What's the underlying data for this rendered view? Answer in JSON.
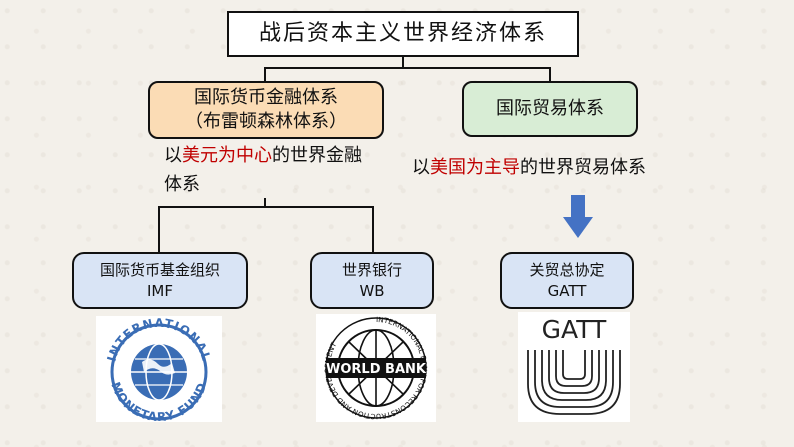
{
  "root": {
    "title": "战后资本主义世界经济体系"
  },
  "money_system": {
    "line1": "国际货币金融体系",
    "line2": "（布雷顿森林体系）",
    "desc_prefix": "以",
    "desc_highlight": "美元为中心",
    "desc_suffix": "的世界金融体系"
  },
  "trade_system": {
    "title": "国际贸易体系",
    "desc_prefix": "以",
    "desc_highlight": "美国为主导",
    "desc_suffix": "的世界贸易体系"
  },
  "orgs": [
    {
      "name": "国际货币基金组织",
      "abbr": "IMF"
    },
    {
      "name": "世界银行",
      "abbr": "WB"
    },
    {
      "name": "关贸总协定",
      "abbr": "GATT"
    }
  ],
  "logos": {
    "imf": {
      "ring_text_top": "INTERNATIONAL",
      "ring_text_bottom": "MONETARY FUND"
    },
    "wb": {
      "ring_text": "INTERNATIONAL BANK FOR RECONSTRUCTION AND DEVELOPMENT",
      "center_text": "WORLD BANK"
    },
    "gatt": {
      "text": "GATT"
    }
  },
  "colors": {
    "money_box": "#fbdcb5",
    "trade_box": "#d8edd5",
    "org_box": "#d9e4f5",
    "highlight": "#c00000",
    "arrow": "#4472c4",
    "imf_blue": "#3a6db5"
  }
}
